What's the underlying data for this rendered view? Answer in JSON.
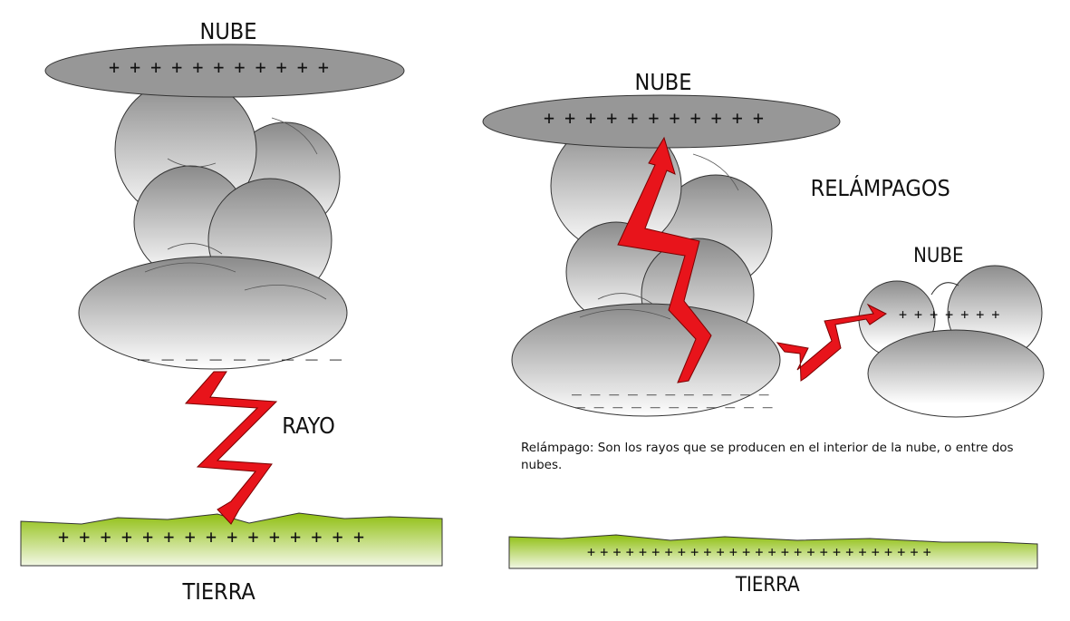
{
  "left_panel": {
    "cloud_label": "NUBE",
    "cloud_top_charges": "+ + + + + + + + + + +",
    "cloud_bottom_charges": "_ _ _ _ _ _ _ _ _",
    "bolt_label": "RAYO",
    "ground_charges": "+ + + + + + + + + + + + + + +",
    "ground_label": "TIERRA"
  },
  "right_panel": {
    "cloud_label": "NUBE",
    "cloud_top_charges": "+ + + + + + + + + + +",
    "cloud_bottom_charges_1": "_ _ _ _ _ _ _ _ _ _ _",
    "cloud_bottom_charges_2": "_ _ _ _ _ _ _ _ _ _ _",
    "lightning_label": "RELÁMPAGOS",
    "small_cloud_label": "NUBE",
    "small_cloud_charges": "+ + + + + + +",
    "caption": "Relámpago: Son los rayos que se producen en el interior de la nube, o entre dos nubes.",
    "ground_charges": "+ + + + + + + + + + + + + + + + + + + + + + + + + + +",
    "ground_label": "TIERRA"
  },
  "colors": {
    "cloud_dark": "#8a8a8a",
    "cloud_light": "#ffffff",
    "bolt": "#e8141b",
    "ground_light": "#f2f7e4",
    "ground_dark": "#8fbf10"
  }
}
